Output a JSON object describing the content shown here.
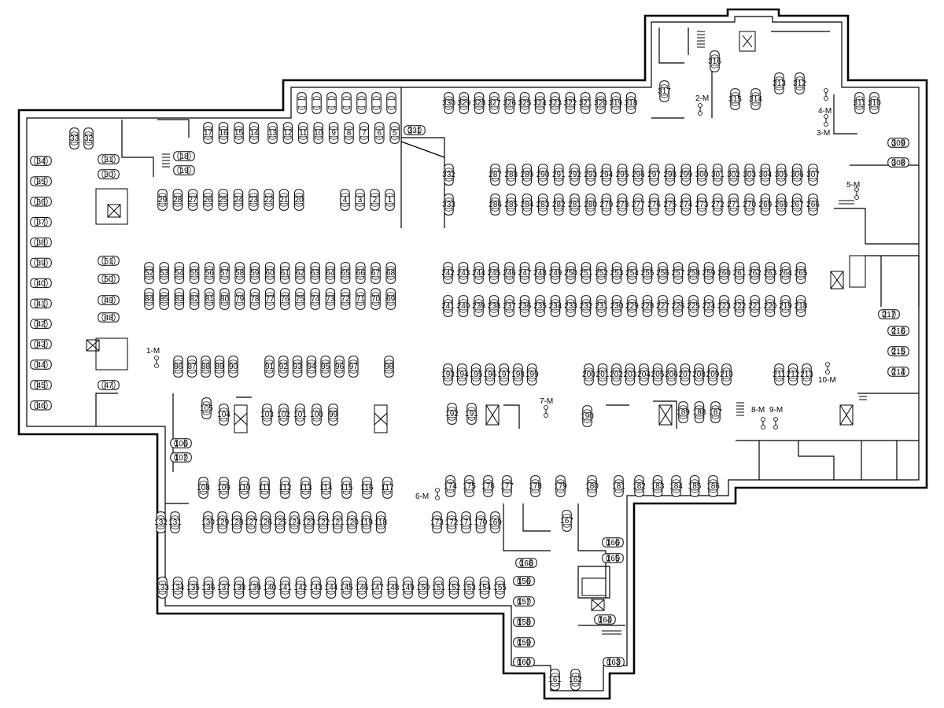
{
  "diagram": {
    "type": "floor-plan",
    "spot_number_range": [
      1,
      333
    ],
    "colors": {
      "line": "#000000",
      "background": "#ffffff"
    },
    "motorcycle_labels": [
      "1-M",
      "2-M",
      "3-M",
      "4-M",
      "5-M",
      "6-M",
      "7-M",
      "8-M",
      "9-M",
      "10-M"
    ]
  }
}
